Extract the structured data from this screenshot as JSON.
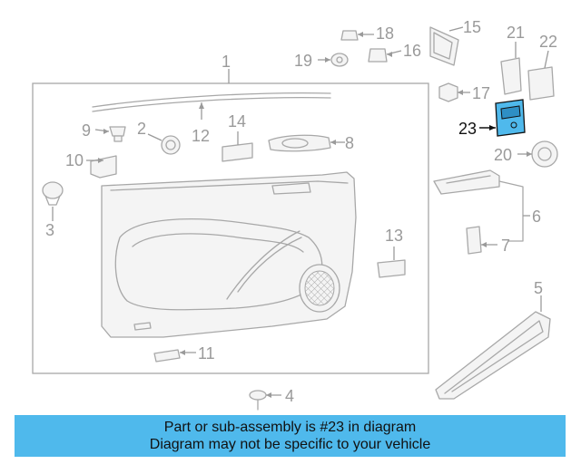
{
  "diagram": {
    "callouts": [
      "1",
      "2",
      "3",
      "4",
      "5",
      "6",
      "7",
      "8",
      "9",
      "10",
      "11",
      "12",
      "13",
      "14",
      "15",
      "16",
      "17",
      "18",
      "19",
      "20",
      "21",
      "22",
      "23"
    ],
    "highlighted_part": "23",
    "highlight_color": "#4fb9ec",
    "part_color": "#a8a8a8"
  },
  "banner": {
    "line1": "Part or sub-assembly is #23 in diagram",
    "line2": "Diagram may not be specific to your vehicle",
    "background": "#4fb9ec"
  }
}
